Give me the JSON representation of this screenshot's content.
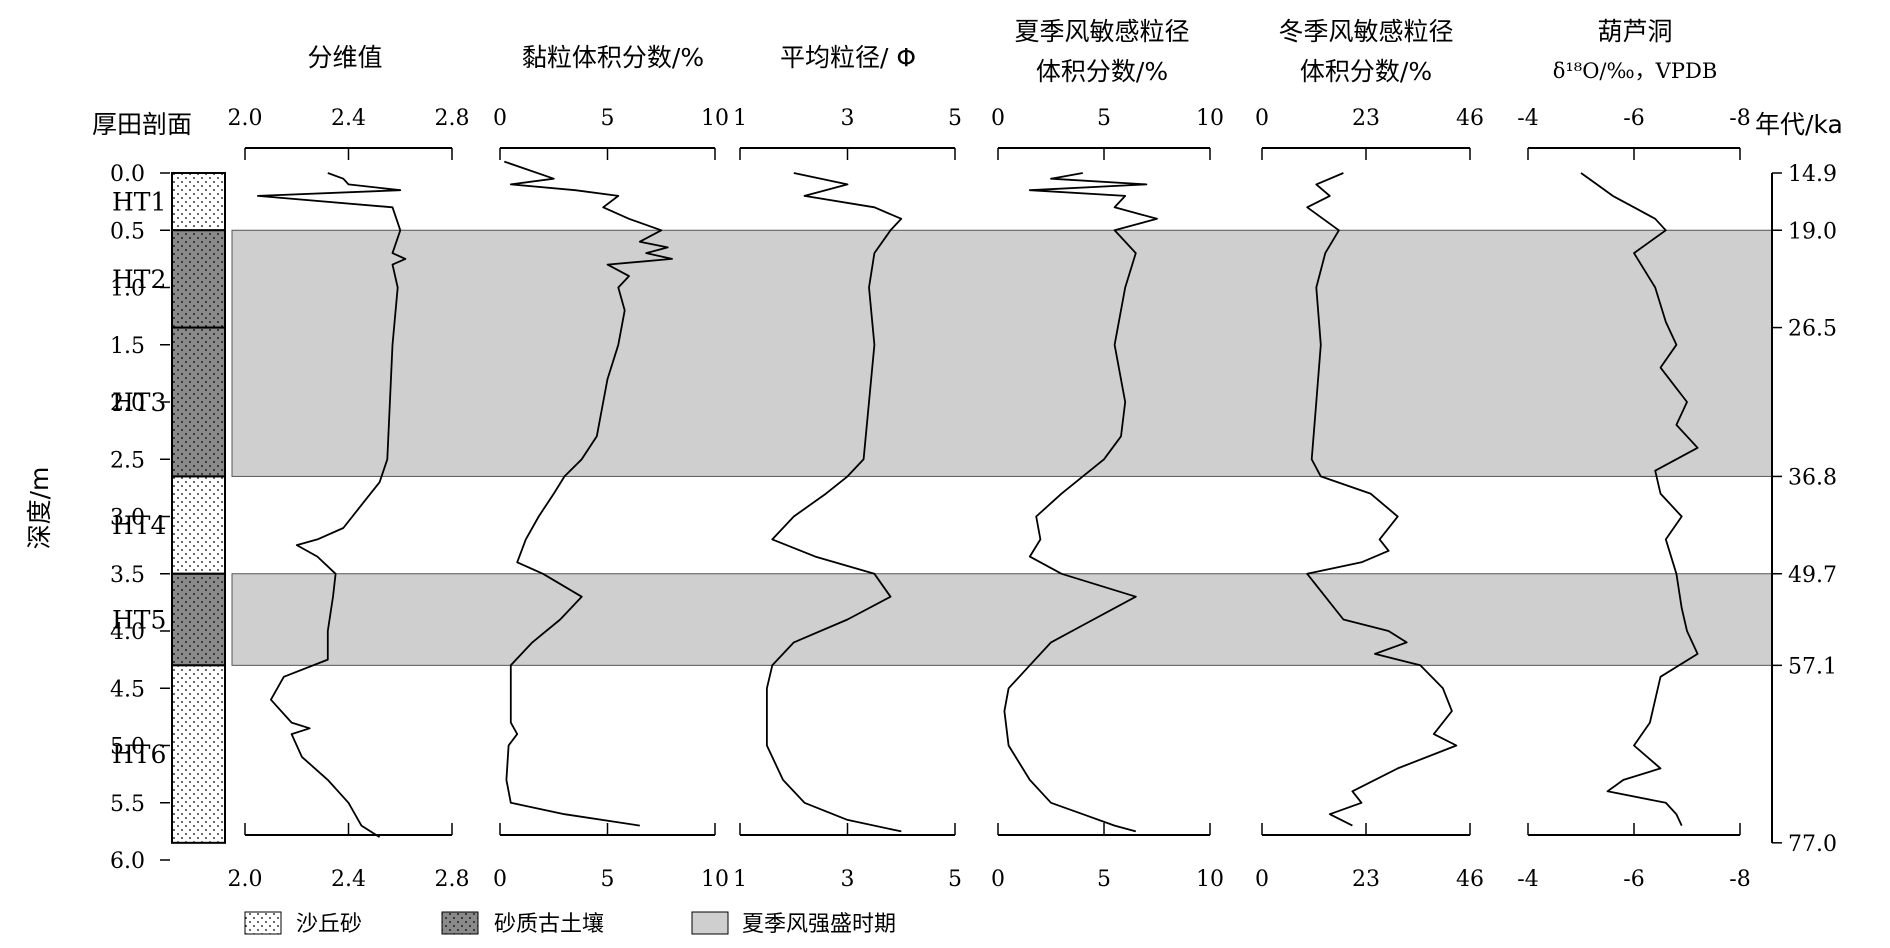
{
  "column_titles": {
    "section": "厚田剖面",
    "fractal": "分维值",
    "clay": "黏粒体积分数/%",
    "mean_grain": "平均粒径/ Φ",
    "summer_line1": "夏季风敏感粒径",
    "summer_line2": "体积分数/%",
    "winter_line1": "冬季风敏感粒径",
    "winter_line2": "体积分数/%",
    "cave_line1": "葫芦洞",
    "cave_line2": "δ¹⁸O/‰，VPDB",
    "age_axis": "年代/ka",
    "depth_axis": "深度/m"
  },
  "legend": {
    "dune_sand": "沙丘砂",
    "sandy_paleosol": "砂质古土壤",
    "summer_monsoon_strong": "夏季风强盛时期"
  },
  "colors": {
    "shade": "#cfcfcf",
    "paleosol": "#8a8a8a",
    "dune": "#ffffff",
    "line": "#000000"
  },
  "chart_data": {
    "type": "line",
    "depth_axis": {
      "label": "深度/m",
      "range": [
        0,
        6
      ],
      "ticks": [
        "0.0",
        "0.5",
        "1.0",
        "1.5",
        "2.0",
        "2.5",
        "3.0",
        "3.5",
        "4.0",
        "4.5",
        "5.0",
        "5.5",
        "6.0"
      ]
    },
    "age_axis": {
      "label": "年代/ka",
      "depths": [
        0.0,
        0.5,
        1.35,
        2.65,
        3.5,
        4.3,
        5.85
      ],
      "labels": [
        "14.9",
        "19.0",
        "26.5",
        "36.8",
        "49.7",
        "57.1",
        "77.0"
      ]
    },
    "strata": [
      {
        "label": "HT1",
        "top": 0.0,
        "bottom": 0.5,
        "type": "dune_sand"
      },
      {
        "label": "HT2",
        "top": 0.5,
        "bottom": 1.35,
        "type": "sandy_paleosol"
      },
      {
        "label": "HT3",
        "top": 1.35,
        "bottom": 2.65,
        "type": "sandy_paleosol"
      },
      {
        "label": "HT4",
        "top": 2.65,
        "bottom": 3.5,
        "type": "dune_sand"
      },
      {
        "label": "HT5",
        "top": 3.5,
        "bottom": 4.3,
        "type": "sandy_paleosol"
      },
      {
        "label": "HT6",
        "top": 4.3,
        "bottom": 5.85,
        "type": "dune_sand"
      }
    ],
    "shaded_intervals": [
      [
        0.5,
        2.65
      ],
      [
        3.5,
        4.3
      ]
    ],
    "panels": [
      {
        "id": "fractal",
        "ticks": [
          "2.0",
          "2.4",
          "2.8"
        ],
        "range": [
          2.0,
          2.8
        ],
        "reverse": false,
        "depth": [
          0.0,
          0.05,
          0.1,
          0.15,
          0.2,
          0.3,
          0.5,
          0.7,
          0.75,
          0.8,
          1.0,
          1.5,
          2.0,
          2.5,
          2.7,
          2.9,
          3.1,
          3.2,
          3.25,
          3.35,
          3.5,
          3.7,
          4.0,
          4.25,
          4.4,
          4.6,
          4.8,
          4.85,
          4.9,
          5.1,
          5.3,
          5.5,
          5.7,
          5.8
        ],
        "values": [
          2.32,
          2.38,
          2.4,
          2.6,
          2.05,
          2.57,
          2.6,
          2.57,
          2.62,
          2.57,
          2.59,
          2.57,
          2.56,
          2.55,
          2.52,
          2.45,
          2.38,
          2.28,
          2.2,
          2.28,
          2.35,
          2.34,
          2.32,
          2.32,
          2.15,
          2.1,
          2.18,
          2.25,
          2.18,
          2.22,
          2.32,
          2.4,
          2.45,
          2.52
        ]
      },
      {
        "id": "clay",
        "ticks": [
          "0",
          "5",
          "10"
        ],
        "range": [
          0,
          10
        ],
        "reverse": false,
        "depth": [
          -0.1,
          0.05,
          0.1,
          0.15,
          0.2,
          0.3,
          0.4,
          0.5,
          0.6,
          0.65,
          0.7,
          0.75,
          0.8,
          0.85,
          0.9,
          1.0,
          1.2,
          1.5,
          1.8,
          2.0,
          2.3,
          2.5,
          2.65,
          2.8,
          3.0,
          3.2,
          3.4,
          3.5,
          3.7,
          3.9,
          4.1,
          4.3,
          4.5,
          4.8,
          4.9,
          5.0,
          5.3,
          5.5,
          5.6,
          5.7
        ],
        "values": [
          0.2,
          2.5,
          0.5,
          3.5,
          5.5,
          4.8,
          6.0,
          7.5,
          6.5,
          7.8,
          6.8,
          8.0,
          5.0,
          5.5,
          6.0,
          5.5,
          5.8,
          5.5,
          5.0,
          4.8,
          4.5,
          3.8,
          3.0,
          2.5,
          1.8,
          1.2,
          0.8,
          2.0,
          3.8,
          2.8,
          1.5,
          0.5,
          0.5,
          0.5,
          0.8,
          0.4,
          0.3,
          0.5,
          3.0,
          6.5
        ]
      },
      {
        "id": "mean_grain",
        "ticks": [
          "1",
          "3",
          "5"
        ],
        "range": [
          1,
          5
        ],
        "reverse": false,
        "depth": [
          0.0,
          0.1,
          0.2,
          0.3,
          0.4,
          0.5,
          0.7,
          1.0,
          1.5,
          2.0,
          2.5,
          2.65,
          2.8,
          3.0,
          3.2,
          3.35,
          3.5,
          3.7,
          3.9,
          4.1,
          4.3,
          4.5,
          5.0,
          5.3,
          5.5,
          5.65,
          5.75
        ],
        "values": [
          2.0,
          3.0,
          2.2,
          3.5,
          4.0,
          3.8,
          3.5,
          3.4,
          3.5,
          3.4,
          3.3,
          3.0,
          2.6,
          2.0,
          1.6,
          2.4,
          3.5,
          3.8,
          3.0,
          2.0,
          1.6,
          1.5,
          1.5,
          1.8,
          2.2,
          3.0,
          4.0
        ]
      },
      {
        "id": "summer",
        "ticks": [
          "0",
          "5",
          "10"
        ],
        "range": [
          0,
          10
        ],
        "reverse": false,
        "depth": [
          0.0,
          0.05,
          0.1,
          0.15,
          0.2,
          0.3,
          0.4,
          0.5,
          0.7,
          1.0,
          1.5,
          2.0,
          2.3,
          2.5,
          2.65,
          2.8,
          3.0,
          3.2,
          3.35,
          3.5,
          3.7,
          3.9,
          4.1,
          4.3,
          4.5,
          4.7,
          5.0,
          5.3,
          5.5,
          5.6,
          5.7,
          5.75
        ],
        "values": [
          4.0,
          2.5,
          7.0,
          1.5,
          6.0,
          5.5,
          7.5,
          5.5,
          6.5,
          6.0,
          5.5,
          6.0,
          5.8,
          5.0,
          4.0,
          3.0,
          1.8,
          2.0,
          1.5,
          3.0,
          6.5,
          4.5,
          2.5,
          1.5,
          0.5,
          0.3,
          0.5,
          1.5,
          2.5,
          4.0,
          5.5,
          6.5
        ]
      },
      {
        "id": "winter",
        "ticks": [
          "0",
          "23",
          "46"
        ],
        "range": [
          0,
          46
        ],
        "reverse": false,
        "depth": [
          0.0,
          0.1,
          0.2,
          0.3,
          0.5,
          0.7,
          1.0,
          1.5,
          2.0,
          2.5,
          2.65,
          2.8,
          3.0,
          3.2,
          3.3,
          3.4,
          3.5,
          3.7,
          3.9,
          4.0,
          4.1,
          4.2,
          4.3,
          4.5,
          4.7,
          4.9,
          5.0,
          5.2,
          5.4,
          5.5,
          5.6,
          5.7
        ],
        "values": [
          18,
          12,
          15,
          10,
          17,
          14,
          12,
          13,
          12,
          11,
          13,
          24,
          30,
          26,
          28,
          22,
          10,
          14,
          18,
          28,
          32,
          25,
          35,
          40,
          42,
          38,
          43,
          30,
          20,
          22,
          15,
          20
        ]
      },
      {
        "id": "cave",
        "ticks": [
          "-4",
          "-6",
          "-8"
        ],
        "range": [
          -4,
          -8
        ],
        "reverse": false,
        "depth": [
          0.0,
          0.1,
          0.2,
          0.3,
          0.4,
          0.5,
          0.7,
          1.0,
          1.3,
          1.5,
          1.7,
          2.0,
          2.2,
          2.4,
          2.6,
          2.8,
          3.0,
          3.2,
          3.5,
          3.8,
          4.0,
          4.2,
          4.4,
          4.6,
          4.8,
          5.0,
          5.2,
          5.3,
          5.4,
          5.5,
          5.6,
          5.7
        ],
        "values": [
          -5.0,
          -5.3,
          -5.6,
          -6.0,
          -6.4,
          -6.6,
          -6.0,
          -6.4,
          -6.6,
          -6.8,
          -6.5,
          -7.0,
          -6.8,
          -7.2,
          -6.4,
          -6.5,
          -6.9,
          -6.6,
          -6.8,
          -6.9,
          -7.0,
          -7.2,
          -6.5,
          -6.4,
          -6.3,
          -6.0,
          -6.5,
          -5.8,
          -5.5,
          -6.6,
          -6.8,
          -6.9
        ]
      }
    ]
  }
}
